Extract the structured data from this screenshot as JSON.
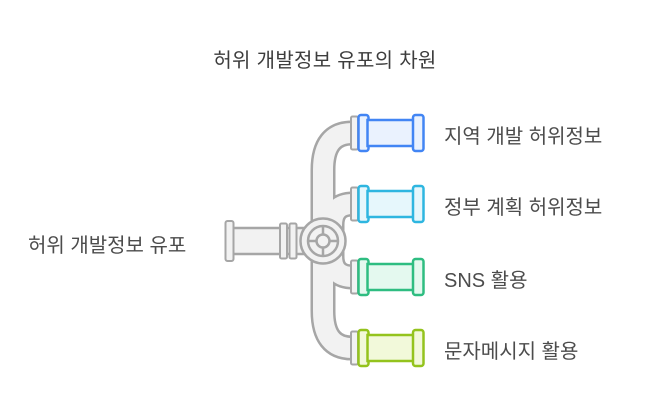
{
  "title": "허위 개발정보 유포의 차원",
  "source": {
    "label": "허위 개발정보 유포"
  },
  "branches": [
    {
      "label": "지역 개발 허위정보",
      "stroke": "#4285f4",
      "fill": "#eaf2fe"
    },
    {
      "label": "정부 계획 허위정보",
      "stroke": "#2eb6e0",
      "fill": "#e6f7fc"
    },
    {
      "label": "SNS 활용",
      "stroke": "#2ebd81",
      "fill": "#e4f9ef"
    },
    {
      "label": "문자메시지 활용",
      "stroke": "#94c31d",
      "fill": "#f2f9da"
    }
  ],
  "colors": {
    "pipe_stroke": "#a6a6a6",
    "pipe_fill": "#f2f2f2",
    "title_text": "#3d3d3d",
    "label_text": "#4c4c4c",
    "background": "#ffffff"
  }
}
